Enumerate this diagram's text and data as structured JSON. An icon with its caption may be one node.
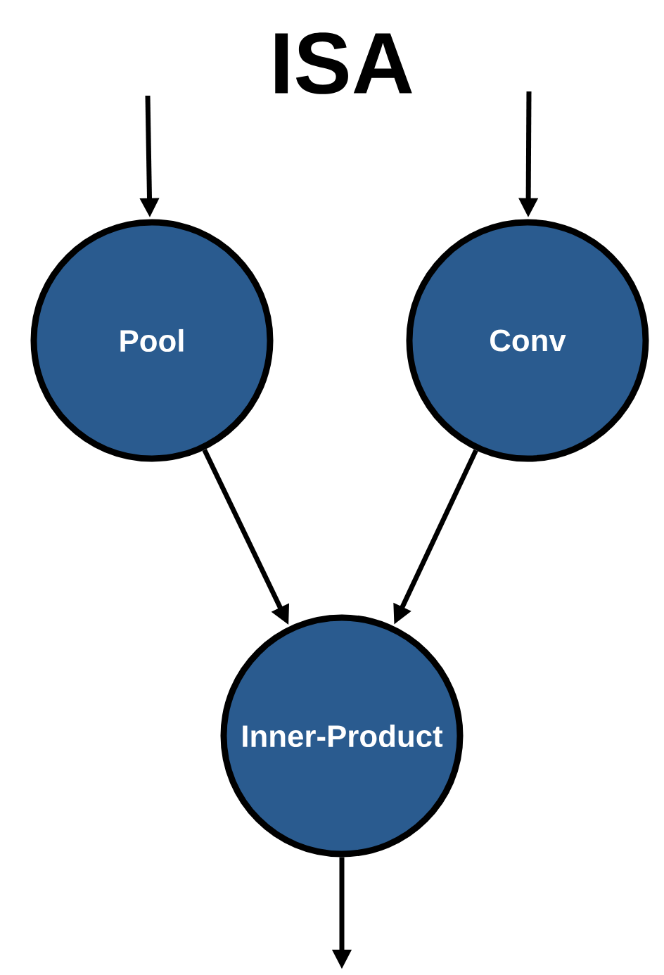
{
  "diagram": {
    "title": "ISA",
    "nodes": [
      {
        "text": [
          "Pool"
        ]
      },
      {
        "text": [
          "Conv"
        ]
      },
      {
        "text": [
          "Inner-Product"
        ]
      }
    ],
    "edges": [
      {
        "from": null,
        "to": 0,
        "arrow": "to"
      },
      {
        "from": null,
        "to": 1,
        "arrow": "to"
      },
      {
        "from": 0,
        "to": 2,
        "arrow": "to"
      },
      {
        "from": 1,
        "to": 2,
        "arrow": "to"
      },
      {
        "from": 2,
        "to": null,
        "arrow": "to"
      }
    ]
  }
}
